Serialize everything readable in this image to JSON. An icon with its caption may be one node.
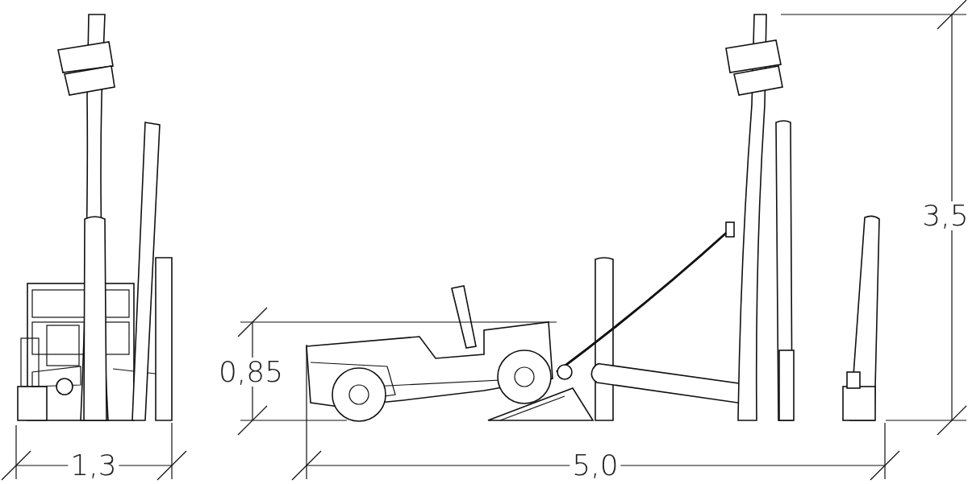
{
  "diagram": {
    "labels": [
      "3,5",
      "0,85",
      "1,3",
      "5,0"
    ]
  }
}
